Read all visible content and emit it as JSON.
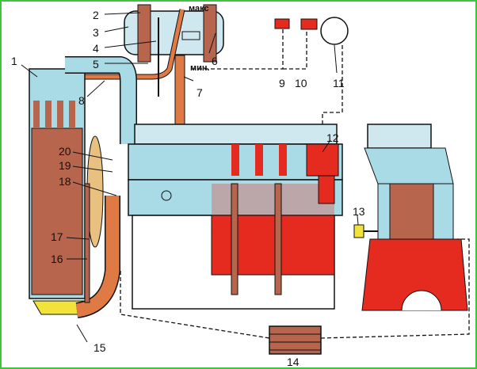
{
  "labels": {
    "l1": "1",
    "l2": "2",
    "l3": "3",
    "l4": "4",
    "l5": "5",
    "l6": "6",
    "l7": "7",
    "l8": "8",
    "l9": "9",
    "l10": "10",
    "l11": "11",
    "l12": "12",
    "l13": "13",
    "l14": "14",
    "l15": "15",
    "l16": "16",
    "l17": "17",
    "l18": "18",
    "l19": "19",
    "l20": "20"
  },
  "tank_marks": {
    "max": "макс",
    "min": "мин."
  },
  "colors": {
    "border": "#3ec43e",
    "coolant": "#a9dbe6",
    "metal_red": "#e52b1f",
    "radiator": "#b8654e",
    "hose": "#e07a45",
    "tray": "#f2e33a"
  }
}
